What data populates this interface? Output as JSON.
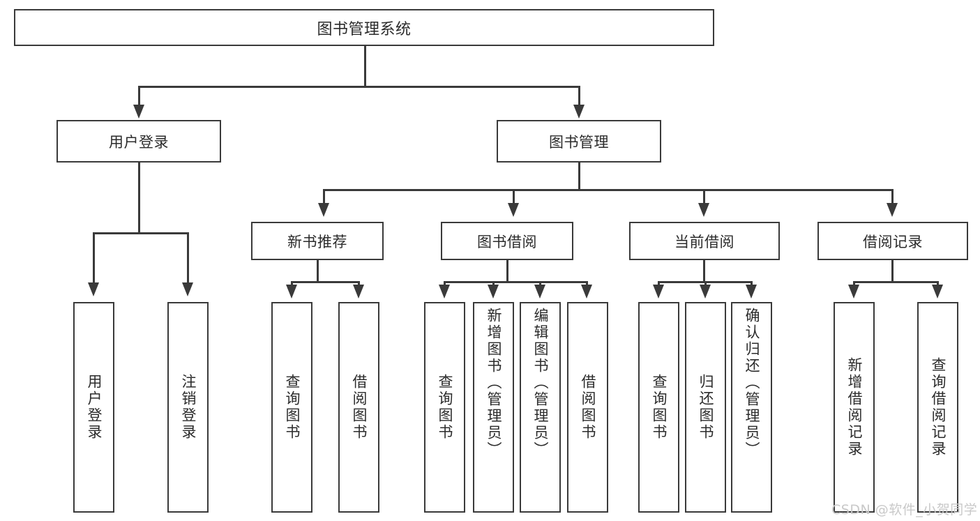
{
  "diagram": {
    "type": "tree-hierarchy",
    "title": "图书管理系统",
    "root": {
      "label": "图书管理系统"
    },
    "level2": [
      {
        "label": "用户登录"
      },
      {
        "label": "图书管理"
      }
    ],
    "level3": [
      {
        "label": "新书推荐"
      },
      {
        "label": "图书借阅"
      },
      {
        "label": "当前借阅"
      },
      {
        "label": "借阅记录"
      }
    ],
    "leaves": {
      "user_login": [
        {
          "label": "用户登录"
        },
        {
          "label": "注销登录"
        }
      ],
      "new_book_recommend": [
        {
          "label": "查询图书"
        },
        {
          "label": "借阅图书"
        }
      ],
      "book_borrow": [
        {
          "label": "查询图书"
        },
        {
          "label": "新增图书（管理员）"
        },
        {
          "label": "编辑图书（管理员）"
        },
        {
          "label": "借阅图书"
        }
      ],
      "current_borrow": [
        {
          "label": "查询图书"
        },
        {
          "label": "归还图书"
        },
        {
          "label": "确认归还（管理员）"
        }
      ],
      "borrow_record": [
        {
          "label": "新增借阅记录"
        },
        {
          "label": "查询借阅记录"
        }
      ]
    }
  },
  "watermark": {
    "text": "CSDN @软件_小贺同学"
  },
  "colors": {
    "stroke": "#3a3a3a",
    "text": "#2b2b2b",
    "background": "#ffffff",
    "watermark": "#c9c9c9"
  }
}
